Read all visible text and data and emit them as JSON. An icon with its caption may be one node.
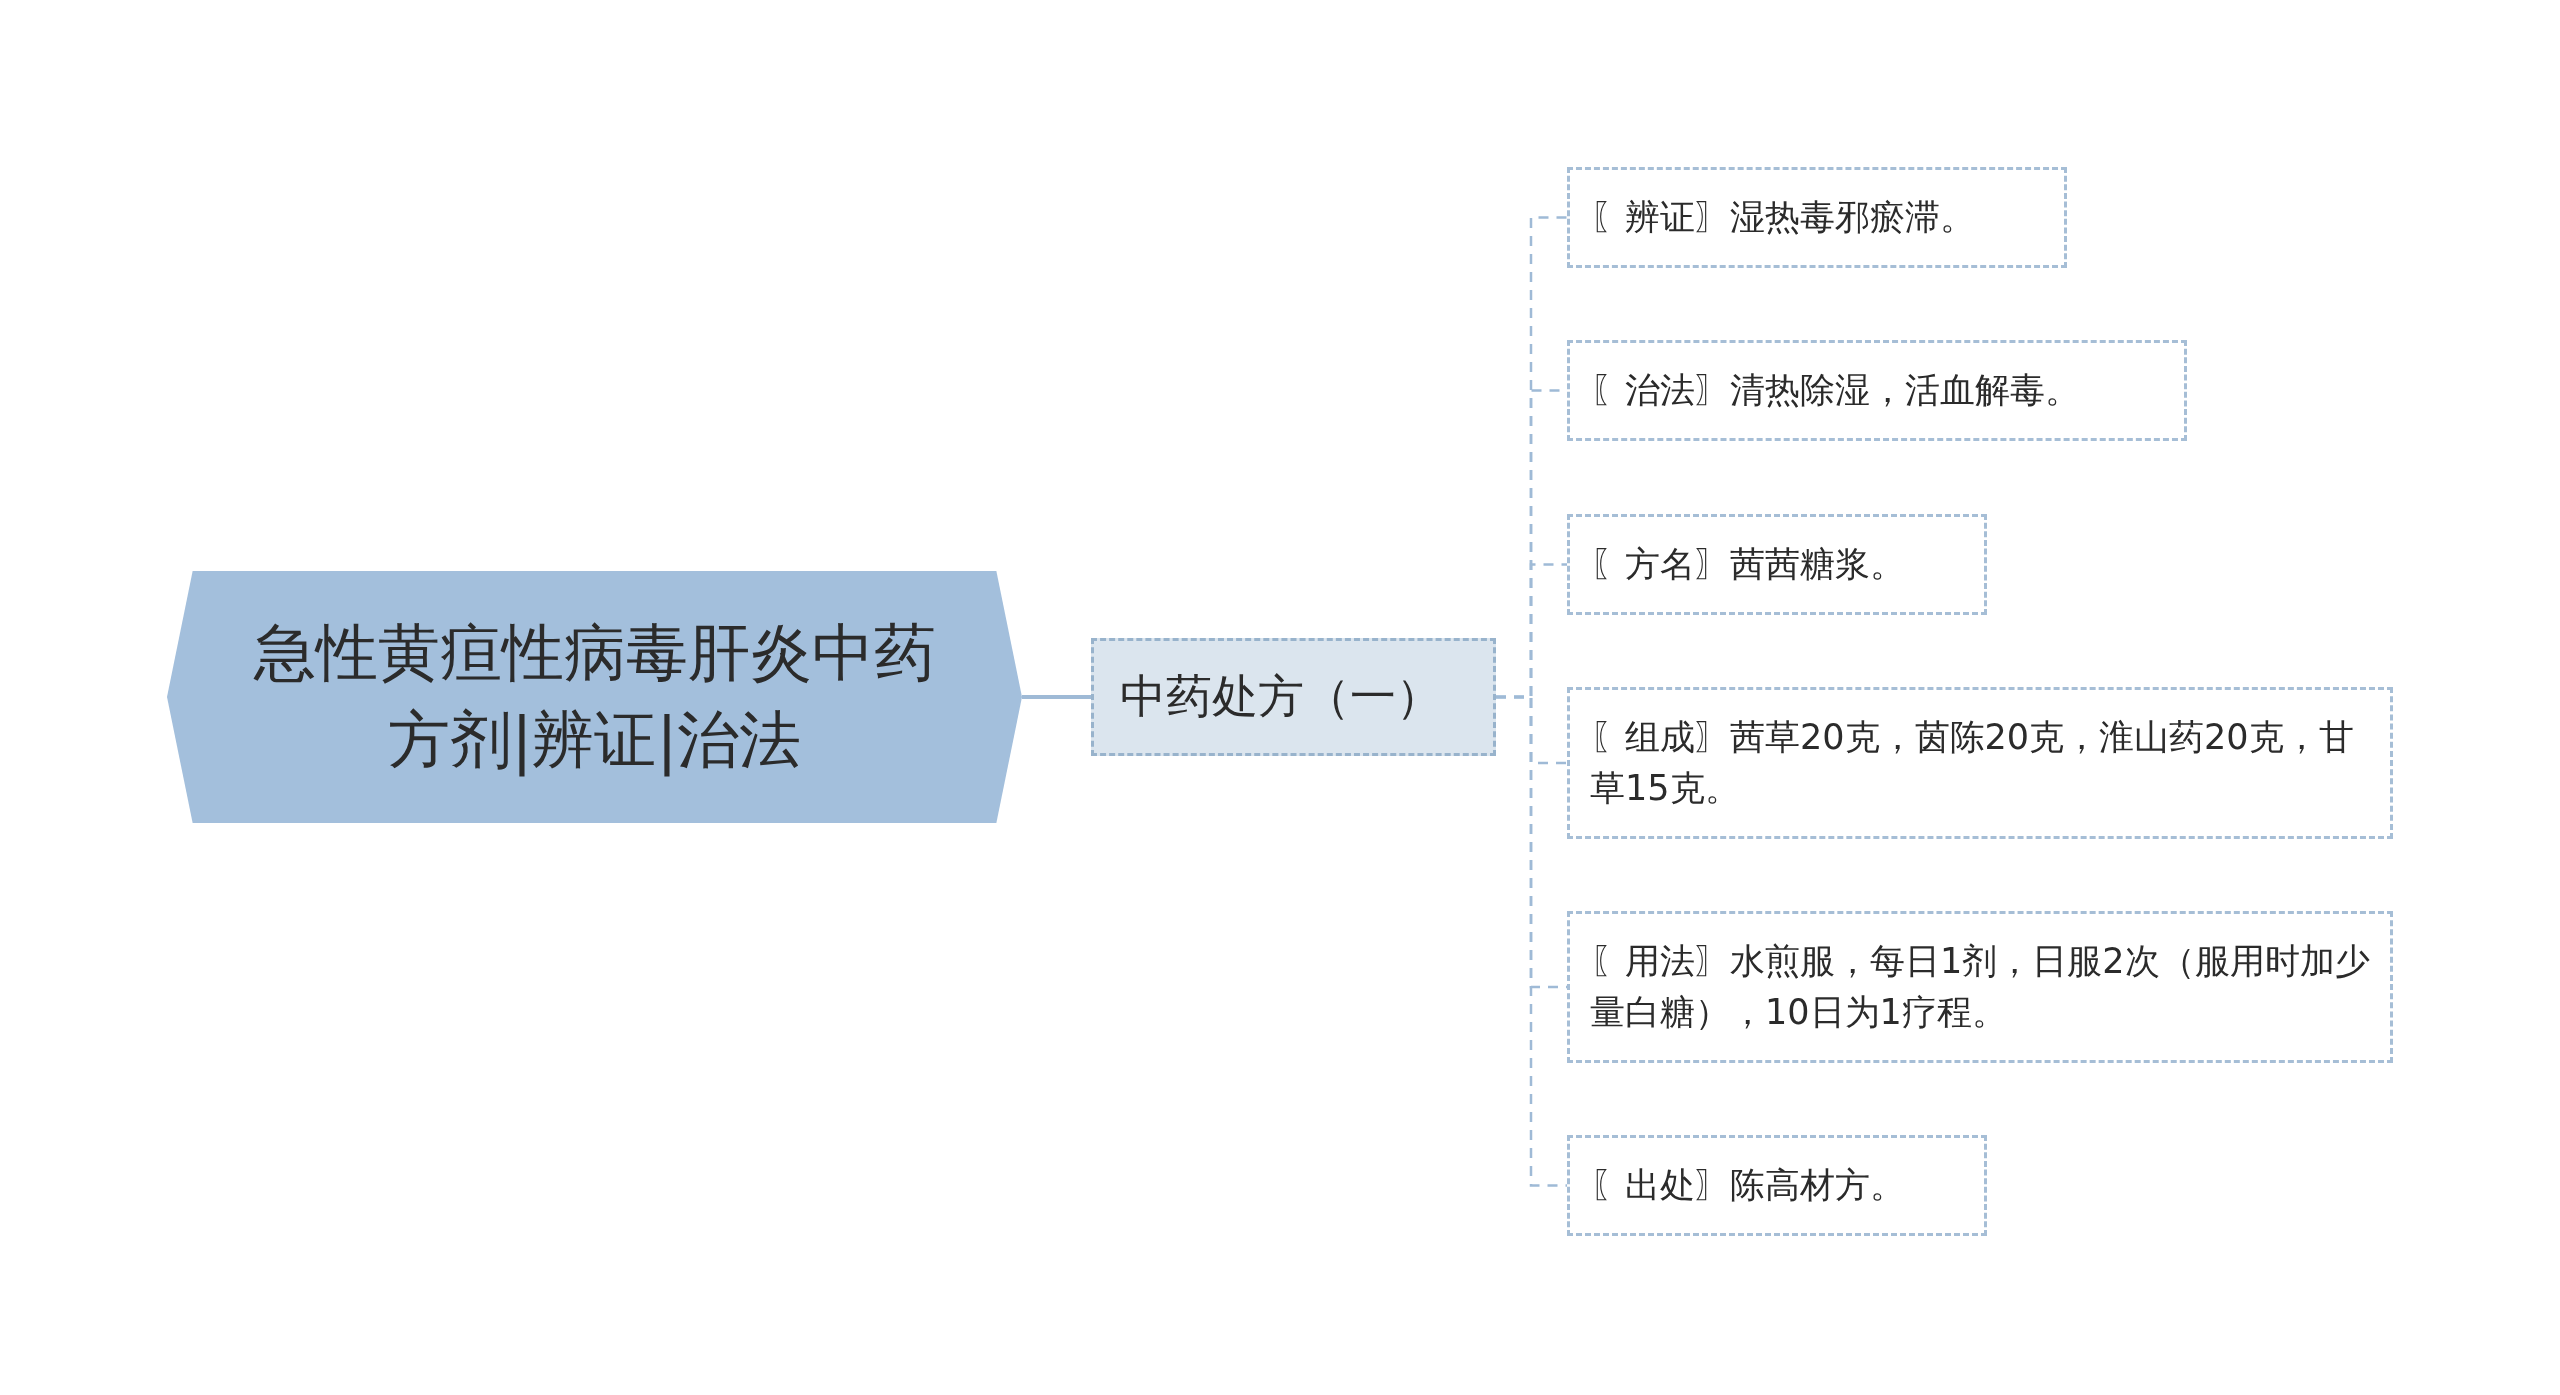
{
  "diagram": {
    "nodes": [
      {
        "text": [
          "急性黄疸性病毒肝炎中药方剂|辨证|治法"
        ]
      },
      {
        "text": [
          "中药处方（一）"
        ]
      },
      {
        "text": [
          "〖辨证〗湿热毒邪瘀滞。"
        ]
      },
      {
        "text": [
          "〖治法〗清热除湿，活血解毒。"
        ]
      },
      {
        "text": [
          "〖方名〗茜茜糖浆。"
        ]
      },
      {
        "text": [
          "〖组成〗茜草20克，茵陈20克，淮山药20克，甘草15克。"
        ]
      },
      {
        "text": [
          "〖用法〗水煎服，每日1剂，日服2次（服用时加少量白糖），10日为1疗程。"
        ]
      },
      {
        "text": [
          "〖出处〗陈高材方。"
        ]
      }
    ],
    "edges": [
      {
        "from": 0,
        "to": 1,
        "arrow": "none"
      },
      {
        "from": 1,
        "to": 2,
        "arrow": "none",
        "style": "dashed"
      },
      {
        "from": 1,
        "to": 3,
        "arrow": "none",
        "style": "dashed"
      },
      {
        "from": 1,
        "to": 4,
        "arrow": "none",
        "style": "dashed"
      },
      {
        "from": 1,
        "to": 5,
        "arrow": "none",
        "style": "dashed"
      },
      {
        "from": 1,
        "to": 6,
        "arrow": "none",
        "style": "dashed"
      },
      {
        "from": 1,
        "to": 7,
        "arrow": "none",
        "style": "dashed"
      }
    ]
  }
}
